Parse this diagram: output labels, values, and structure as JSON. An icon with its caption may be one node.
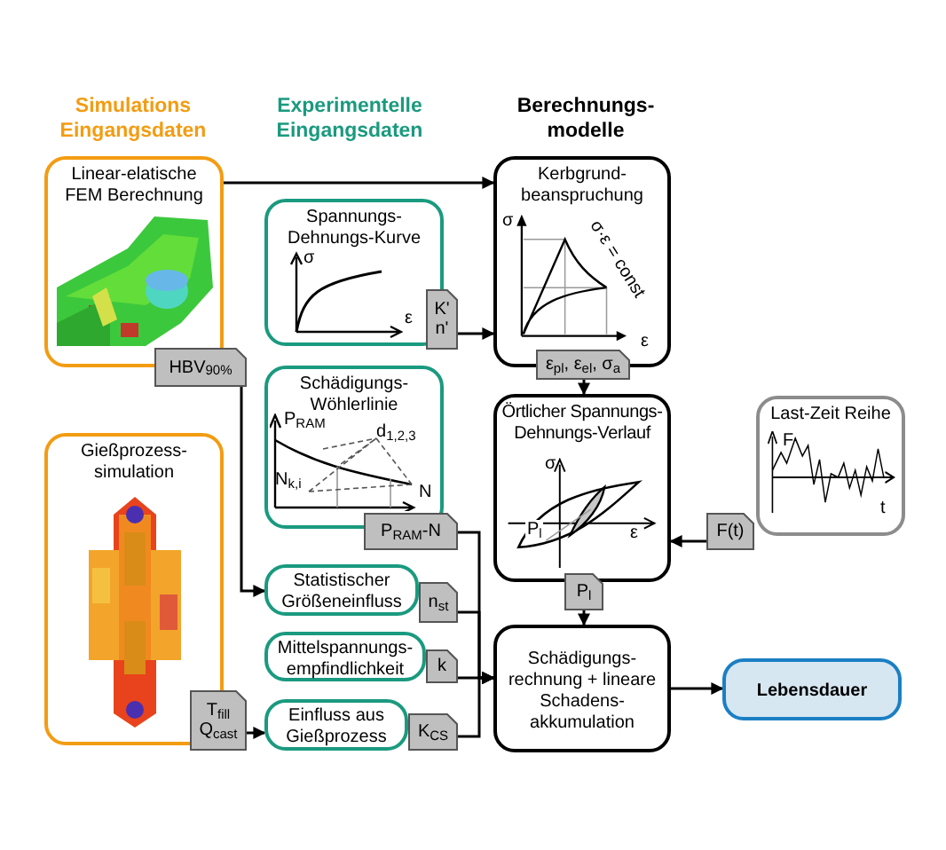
{
  "diagram": {
    "nodes": [
      {
        "text": [
          "Linear-elatische FEM Berechnung"
        ]
      },
      {
        "text": [
          "HBV$_{90%}$"
        ]
      },
      {
        "text": [
          "Spannungs-Dehnungs-Kurve"
        ]
      },
      {
        "text": [
          "K' n'"
        ]
      },
      {
        "text": [
          "Kerbgrund-beanspruchung"
        ]
      },
      {
        "text": [
          "ε$_{pl}$, ε$_{el}$, σ$_{a}$"
        ]
      },
      {
        "text": [
          "Schädigungs-Wöhlerlinie"
        ]
      },
      {
        "text": [
          "P$_{RAM}$-N"
        ]
      },
      {
        "text": [
          "Örtlicher Spannungs-Dehnungs-Verlauf"
        ]
      },
      {
        "text": [
          "Last-Zeit Reihe"
        ]
      },
      {
        "text": [
          "F(t)"
        ]
      },
      {
        "text": [
          "P$_{l}$"
        ]
      },
      {
        "text": [
          "Statistischer Größeneinfluss"
        ]
      },
      {
        "text": [
          "n$_{st}$"
        ]
      },
      {
        "text": [
          "Mittelspannungs-empfindlichkeit"
        ]
      },
      {
        "text": [
          "k"
        ]
      },
      {
        "text": [
          "Einfluss aus Gießprozess"
        ]
      },
      {
        "text": [
          "K$_{CS}$"
        ]
      },
      {
        "text": [
          "Gießprozess-simulation"
        ]
      },
      {
        "text": [
          "T$_{fill}$ Q$_{cast}$"
        ]
      },
      {
        "text": [
          "Schädigungs-rechnung + lineare Schadens-akkumulation"
        ]
      },
      {
        "text": [
          "Lebensdauer"
        ]
      }
    ],
    "edges": [
      {
        "from": 0,
        "to": 4,
        "arrow": "to"
      },
      {
        "from": 3,
        "to": 4,
        "arrow": "to"
      },
      {
        "from": 5,
        "to": 8,
        "arrow": "to"
      },
      {
        "from": 1,
        "to": 12,
        "arrow": "to"
      },
      {
        "from": 7,
        "to": 20,
        "arrow": "to"
      },
      {
        "from": 13,
        "to": 20,
        "arrow": "to"
      },
      {
        "from": 15,
        "to": 20,
        "arrow": "to"
      },
      {
        "from": 17,
        "to": 20,
        "arrow": "to"
      },
      {
        "from": 19,
        "to": 16,
        "arrow": "to"
      },
      {
        "from": 10,
        "to": 8,
        "arrow": "to"
      },
      {
        "from": 11,
        "to": 20,
        "arrow": "to"
      },
      {
        "from": 20,
        "to": 21,
        "arrow": "to"
      }
    ],
    "labels": [
      "Simulations Eingangsdaten",
      "Experimentelle Eingangsdaten",
      "Berechnungs-modelle",
      "σ",
      "ε",
      "σ",
      "σ·ε = const",
      "ε",
      "P$_{RAM}$",
      "d$_{1,2,3}$",
      "N$_{k,i}$",
      "N",
      "σ",
      "P$_{l}$",
      "ε",
      "F",
      "t"
    ]
  }
}
